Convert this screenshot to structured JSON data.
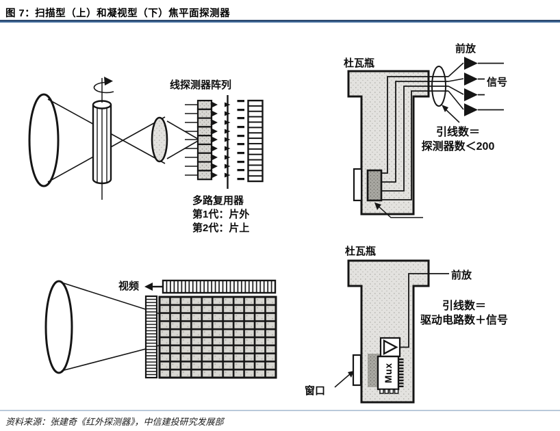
{
  "figure": {
    "title": "图 7：扫描型（上）和凝视型（下）焦平面探测器",
    "source": "资料来源：张建奇《红外探测器》，中信建投研究发展部"
  },
  "scanning_diagram": {
    "array_label": "线探测器阵列",
    "mux_label": "多路复用器",
    "gen1_label": "第1代：片外",
    "gen2_label": "第2代：片上",
    "dewar_label": "杜瓦瓶",
    "preamp_label": "前放",
    "signal_label": "信号",
    "leads_eq_line1": "引线数＝",
    "leads_eq_line2": "探测器数＜200"
  },
  "staring_diagram": {
    "video_label": "视频",
    "dewar_label": "杜瓦瓶",
    "preamp_label": "前放",
    "leads_eq_line1": "引线数＝",
    "leads_eq_line2": "驱动电路数＋信号",
    "window_label": "窗口",
    "mux_chip_label": "Mux"
  }
}
